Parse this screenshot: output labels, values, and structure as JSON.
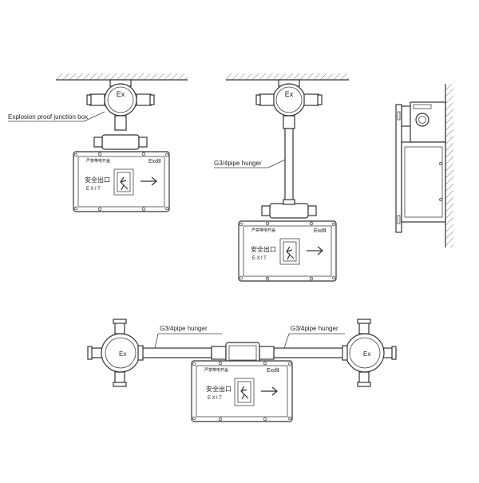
{
  "labels": {
    "junction_box": "Explosion proof junction box",
    "pipe_hunger_1": "G3/4pipe hunger",
    "pipe_hunger_2": "G3/4pipe hunger",
    "pipe_hunger_3": "G3/4pipe hunger"
  },
  "box_mark": "Ex",
  "sign": {
    "cn_small": "严禁带电开盖",
    "exd": "ExdⅡ",
    "cn_exit": "安全出口",
    "en_exit": "EXIT",
    "arrow": "→"
  },
  "colors": {
    "line": "#333333",
    "background": "#ffffff"
  }
}
